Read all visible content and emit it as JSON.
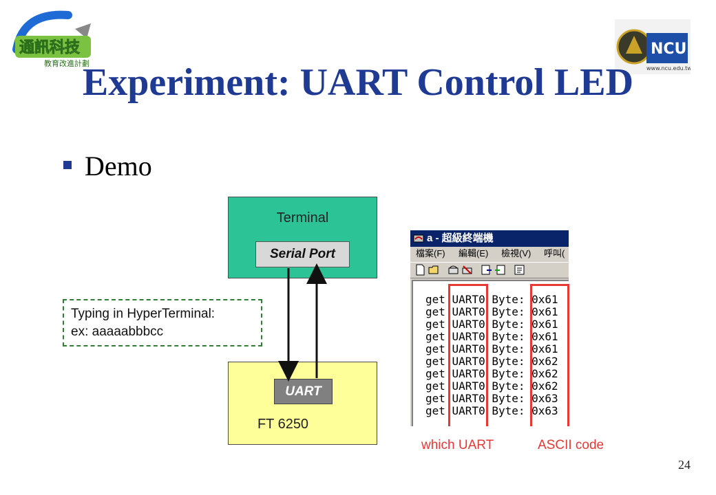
{
  "slide": {
    "title": "Experiment: UART Control LED",
    "bullet": "Demo",
    "page_number": "24"
  },
  "logos": {
    "left": {
      "icon": "program-logo",
      "text": "通訊科技",
      "subtext": "教育改進計劃"
    },
    "right": {
      "icon": "ncu-seal",
      "text": "NCU",
      "url_text": "www.ncu.edu.tw"
    }
  },
  "diagram": {
    "terminal_label": "Terminal",
    "serial_port_label": "Serial Port",
    "uart_label": "UART",
    "board_label": "FT 6250",
    "typing_note": {
      "line1": "Typing in HyperTerminal:",
      "line2": "ex: aaaaabbbcc"
    },
    "colors": {
      "terminal": "#2cc497",
      "board": "#ffff99",
      "dashed_border": "#2e7d32"
    }
  },
  "hyperterminal": {
    "title": "a - 超級終端機",
    "menu": [
      "檔案(F)",
      "編輯(E)",
      "檢視(V)",
      "呼叫("
    ],
    "toolbar_icons": [
      "new-icon",
      "open-icon",
      "phone-icon",
      "disconnect-icon",
      "send-icon",
      "receive-icon",
      "properties-icon"
    ],
    "log": [
      "get UART0 Byte: 0x61",
      "get UART0 Byte: 0x61",
      "get UART0 Byte: 0x61",
      "get UART0 Byte: 0x61",
      "get UART0 Byte: 0x61",
      "get UART0 Byte: 0x62",
      "get UART0 Byte: 0x62",
      "get UART0 Byte: 0x62",
      "get UART0 Byte: 0x63",
      "get UART0 Byte: 0x63"
    ]
  },
  "captions": {
    "which_uart": "which UART",
    "ascii_code": "ASCII code",
    "highlight_color": "#e53935"
  }
}
